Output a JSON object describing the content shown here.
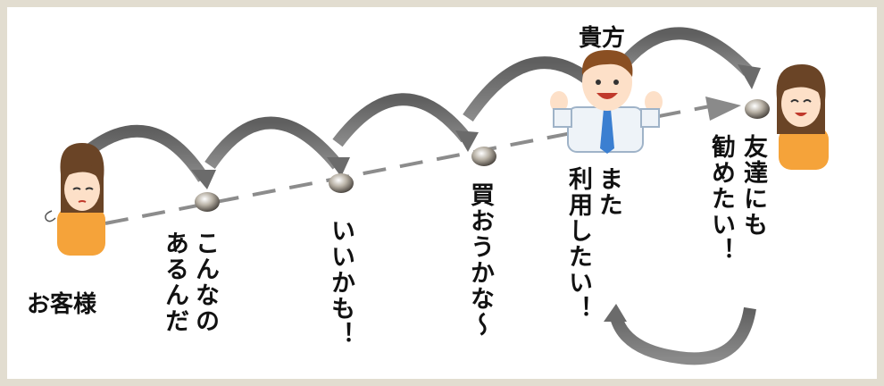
{
  "labels": {
    "customer": "お客様",
    "you": "貴方",
    "stage1": "こんな\nのある\nんだ",
    "stage2": "いいかも！",
    "stage3": "買おうかな～",
    "stage4": "また\n利用したい！",
    "stage5": "友達にも\n勧めたい！"
  },
  "stage1": {
    "col1": "こんなの",
    "col2": "あるんだ"
  },
  "stage2": {
    "col1": "いいかも！"
  },
  "stage3": {
    "col1": "買おうかな～"
  },
  "stage4": {
    "col1": "また",
    "col2": "利用したい！"
  },
  "stage5": {
    "col1": "友達にも",
    "col2": "勧めたい！"
  },
  "colors": {
    "frame": "#e2ddd0",
    "arrow": "#6b6b6b",
    "dashed_line": "#8c8c8c",
    "shirt_orange": "#f5a33a",
    "hair_brown": "#6a4426",
    "tie_blue": "#3b7fd1"
  }
}
